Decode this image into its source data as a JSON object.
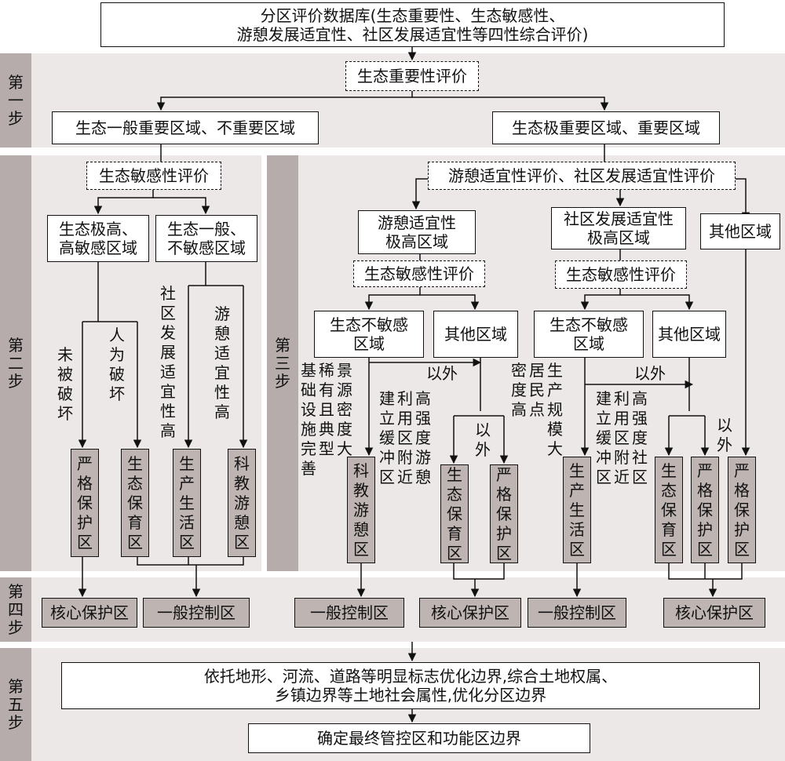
{
  "top": {
    "line1": "分区评价数据库(生态重要性、生态敏感性、",
    "line2": "游憩发展适宜性、社区发展适宜性等四性综合评价)"
  },
  "steps": {
    "s1": "第一步",
    "s2": "第二步",
    "s3": "第三步",
    "s4": "第四步",
    "s5": "第五步"
  },
  "step1": {
    "eval": "生态重要性评价",
    "left": "生态一般重要区域、不重要区域",
    "right": "生态极重要区域、重要区域"
  },
  "step2": {
    "eval": "生态敏感性评价",
    "hi1": "生态极高、",
    "hi2": "高敏感区域",
    "lo1": "生态一般、",
    "lo2": "不敏感区域",
    "v_undamaged": "未被破坏",
    "v_human": "人为破坏",
    "v_community": "社区发展适宜性高",
    "v_recreation": "游憩适宜性高",
    "z_strict": "严格保护区",
    "z_eco": "生态保育区",
    "z_prod": "生产生活区",
    "z_sci": "科教游憩区"
  },
  "step3": {
    "eval": "游憩适宜性评价、社区发展适宜性评价",
    "rec1": "游憩适宜性",
    "rec2": "极高区域",
    "com1": "社区发展适宜性",
    "com2": "极高区域",
    "other_top": "其他区域",
    "sens_eval": "生态敏感性评价",
    "notsens1": "生态不敏感",
    "notsens2": "区域",
    "other": "其他区域",
    "yiwai": "以外",
    "v_base": "基础设施完善",
    "v_rare": "稀有且典型",
    "v_scene": "景源密度大",
    "v_build": "建立缓冲区",
    "v_use": "利用区附近",
    "v_highrec": "高强度游憩",
    "v_density": "密度高",
    "v_resident": "居民点",
    "v_prod": "生产规模大",
    "v_build2": "建立缓冲区",
    "v_use2": "利用区附近",
    "v_highcom": "高强度社区",
    "z_sci": "科教游憩区",
    "z_eco": "生态保育区",
    "z_strict": "严格保护区",
    "z_prod": "生产生活区"
  },
  "step4": {
    "core": "核心保护区",
    "general": "一般控制区"
  },
  "step5": {
    "line1": "依托地形、河流、道路等明显标志优化边界,综合土地权属、",
    "line2": "乡镇边界等土地社会属性,优化分区边界",
    "final": "确定最终管控区和功能区边界"
  }
}
